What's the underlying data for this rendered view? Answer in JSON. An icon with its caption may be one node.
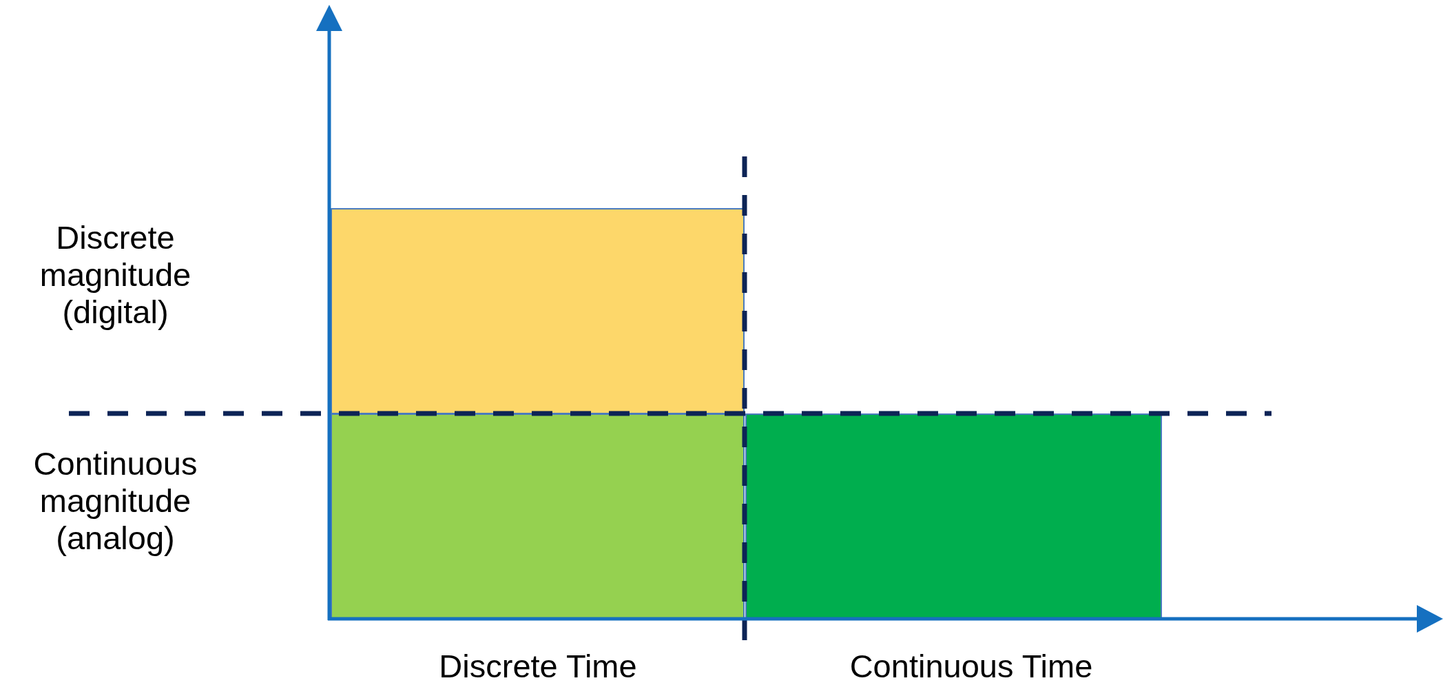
{
  "diagram": {
    "labels": [
      "Discrete magnitude (digital)",
      "Continuous magnitude (analog)",
      "Discrete Time",
      "Continuous Time"
    ]
  }
}
